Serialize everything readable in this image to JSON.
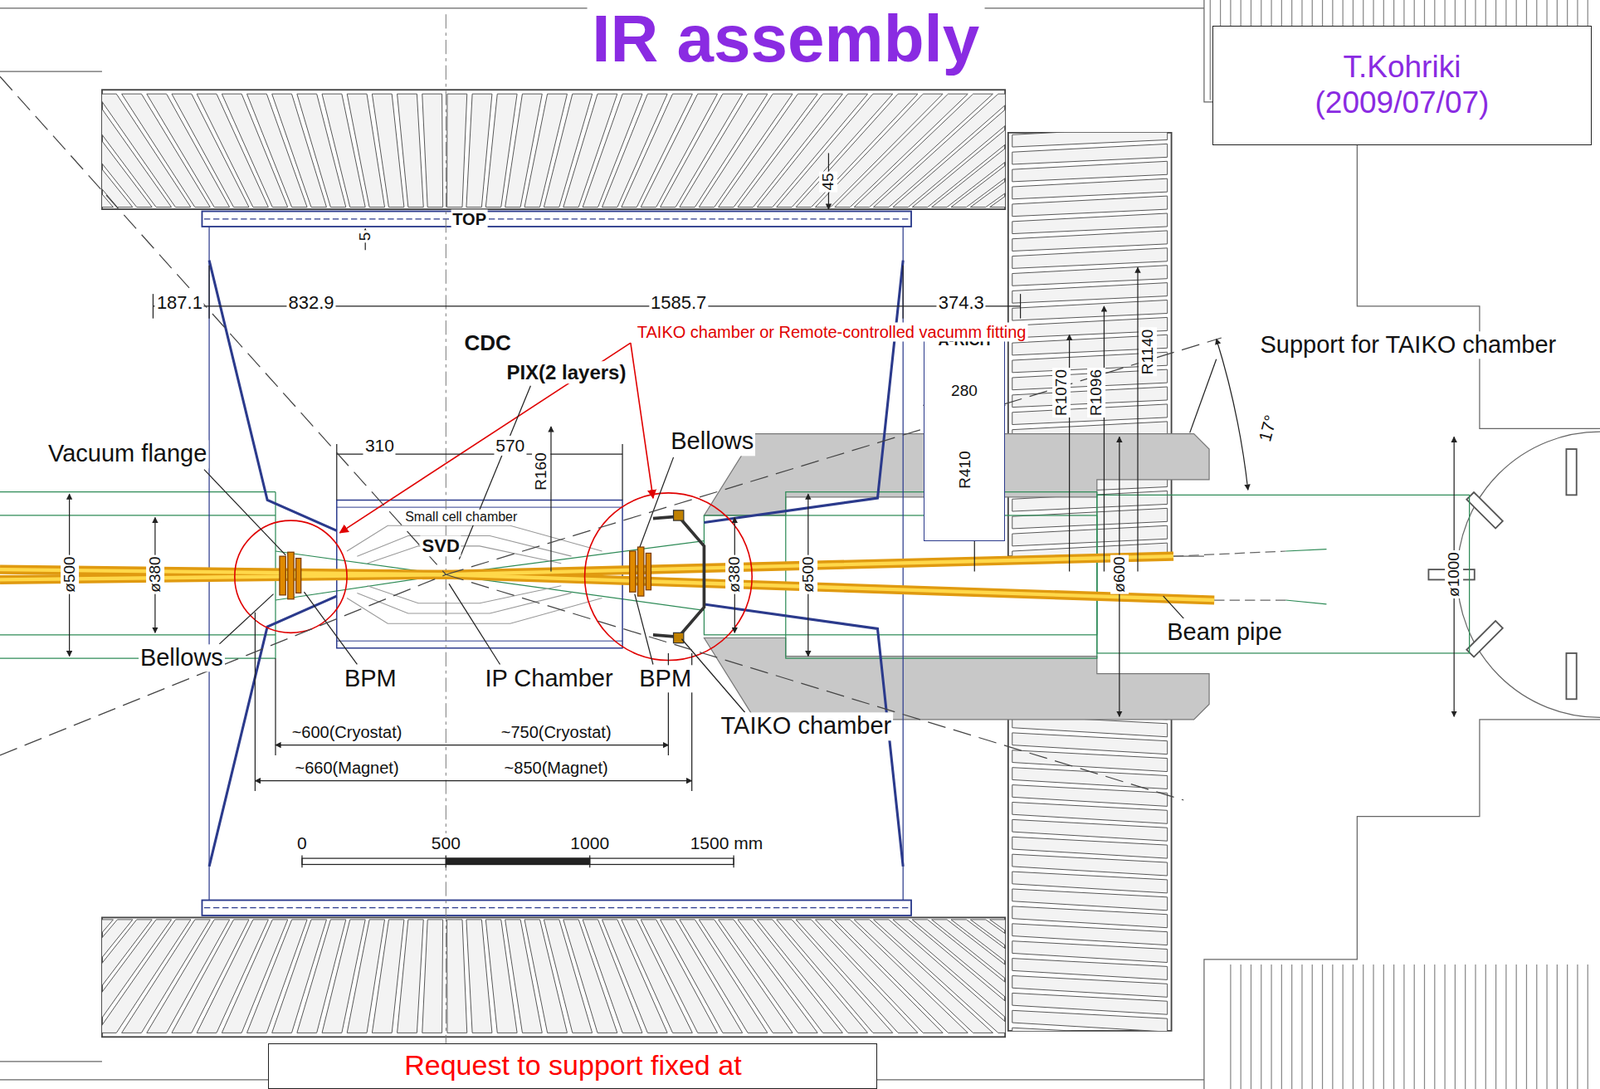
{
  "diagram": {
    "title": "IR assembly",
    "nodes": [
      {
        "text": [
          "T.Kohriki",
          "(2009/07/07)"
        ]
      },
      {
        "text": [
          "A-RICH"
        ]
      },
      {
        "text": [
          "Request to support fixed at"
        ]
      }
    ],
    "labels": [
      "45",
      "5",
      "TOP",
      "187.1",
      "832.9",
      "1585.7",
      "374.3",
      "TAIKO chamber or Remote-controlled vacumm fitting",
      "CDC",
      "280",
      "R1140",
      "R1070",
      "R1096",
      "Support for TAIKO chamber",
      "PIX(2 layers)",
      "310",
      "570",
      "R160",
      "Vacuum flange",
      "Bellows",
      "R410",
      "17°",
      "Small cell chamber",
      "SVD",
      "ø500",
      "ø380",
      "ø380",
      "ø500",
      "ø600",
      "ø1000",
      "Bellows",
      "BPM",
      "IP Chamber",
      "BPM",
      "Beam pipe",
      "TAIKO chamber",
      "~600(Cryostat)",
      "~750(Cryostat)",
      "~660(Magnet)",
      "~850(Magnet)",
      "0",
      "500",
      "1000",
      "1500 mm"
    ]
  }
}
